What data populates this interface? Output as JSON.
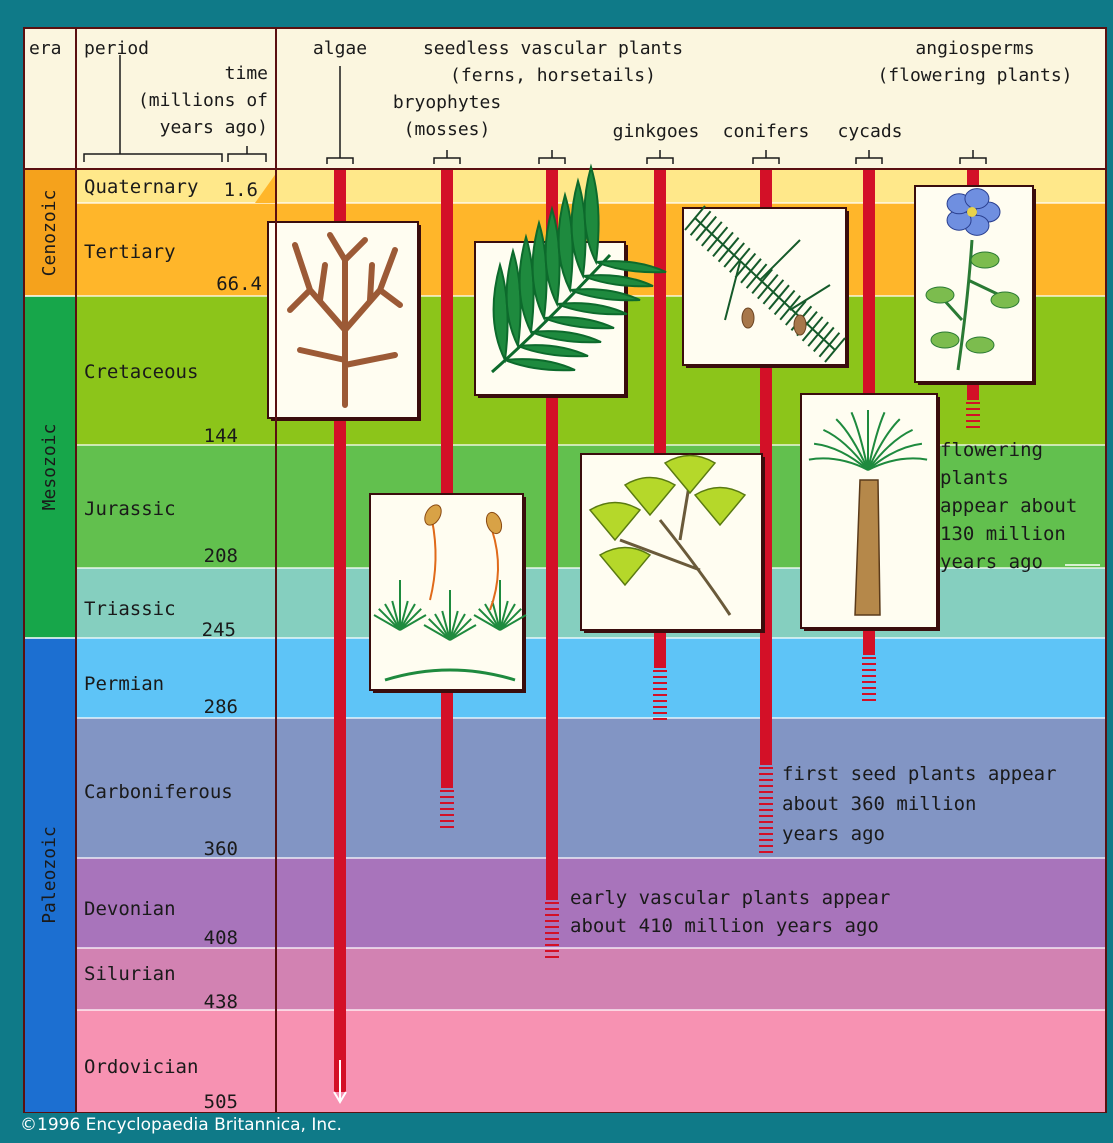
{
  "headers": {
    "era": "era",
    "period": "period",
    "time": [
      "time",
      "(millions of",
      "years ago)"
    ]
  },
  "eras": [
    {
      "name": "Cenozoic",
      "color": "#f5a21c"
    },
    {
      "name": "Mesozoic",
      "color": "#17a64a"
    },
    {
      "name": "Paleozoic",
      "color": "#1c6fd1"
    }
  ],
  "periods": [
    {
      "name": "Quaternary",
      "time": "1.6",
      "color": "#ffe88a"
    },
    {
      "name": "Tertiary",
      "time": "66.4",
      "color": "#ffb62a"
    },
    {
      "name": "Cretaceous",
      "time": "144",
      "color": "#8cc51a"
    },
    {
      "name": "Jurassic",
      "time": "208",
      "color": "#62c04e"
    },
    {
      "name": "Triassic",
      "time": "245",
      "color": "#85cfbf"
    },
    {
      "name": "Permian",
      "time": "286",
      "color": "#5ec4f7"
    },
    {
      "name": "Carboniferous",
      "time": "360",
      "color": "#8295c4"
    },
    {
      "name": "Devonian",
      "time": "408",
      "color": "#a874bb"
    },
    {
      "name": "Silurian",
      "time": "438",
      "color": "#d282b2"
    },
    {
      "name": "Ordovician",
      "time": "505",
      "color": "#f792b2"
    }
  ],
  "groups": [
    {
      "id": "algae",
      "label": [
        "algae"
      ],
      "image": "algae-illustration"
    },
    {
      "id": "bryophytes",
      "label": [
        "bryophytes",
        "(mosses)"
      ],
      "image": "moss-illustration"
    },
    {
      "id": "seedless-vascular",
      "label": [
        "seedless vascular plants",
        "(ferns, horsetails)"
      ],
      "image": "fern-illustration"
    },
    {
      "id": "ginkgoes",
      "label": [
        "ginkgoes"
      ],
      "image": "ginkgo-illustration"
    },
    {
      "id": "conifers",
      "label": [
        "conifers"
      ],
      "image": "conifer-illustration"
    },
    {
      "id": "cycads",
      "label": [
        "cycads"
      ],
      "image": "cycad-illustration"
    },
    {
      "id": "angiosperms",
      "label": [
        "angiosperms",
        "(flowering plants)"
      ],
      "image": "flower-illustration"
    }
  ],
  "notes": {
    "flowering": [
      "flowering",
      "plants",
      "appear about",
      "130 million",
      "years ago"
    ],
    "seed": [
      "first seed plants appear",
      "about 360 million",
      "years ago"
    ],
    "vascular": [
      "early vascular plants appear",
      "about 410 million years ago"
    ]
  },
  "bar_color": "#d31027",
  "credit": "©1996 Encyclopaedia Britannica, Inc."
}
